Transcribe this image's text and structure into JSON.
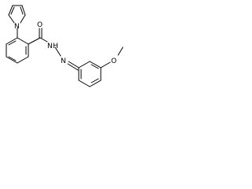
{
  "structure": {
    "atoms": {
      "pyrrole_n": "N",
      "carbonyl_o": "O",
      "hydrazide_nh": "N",
      "hydrazide_h": "H",
      "imine_n": "N",
      "methoxy_o": "O"
    }
  }
}
